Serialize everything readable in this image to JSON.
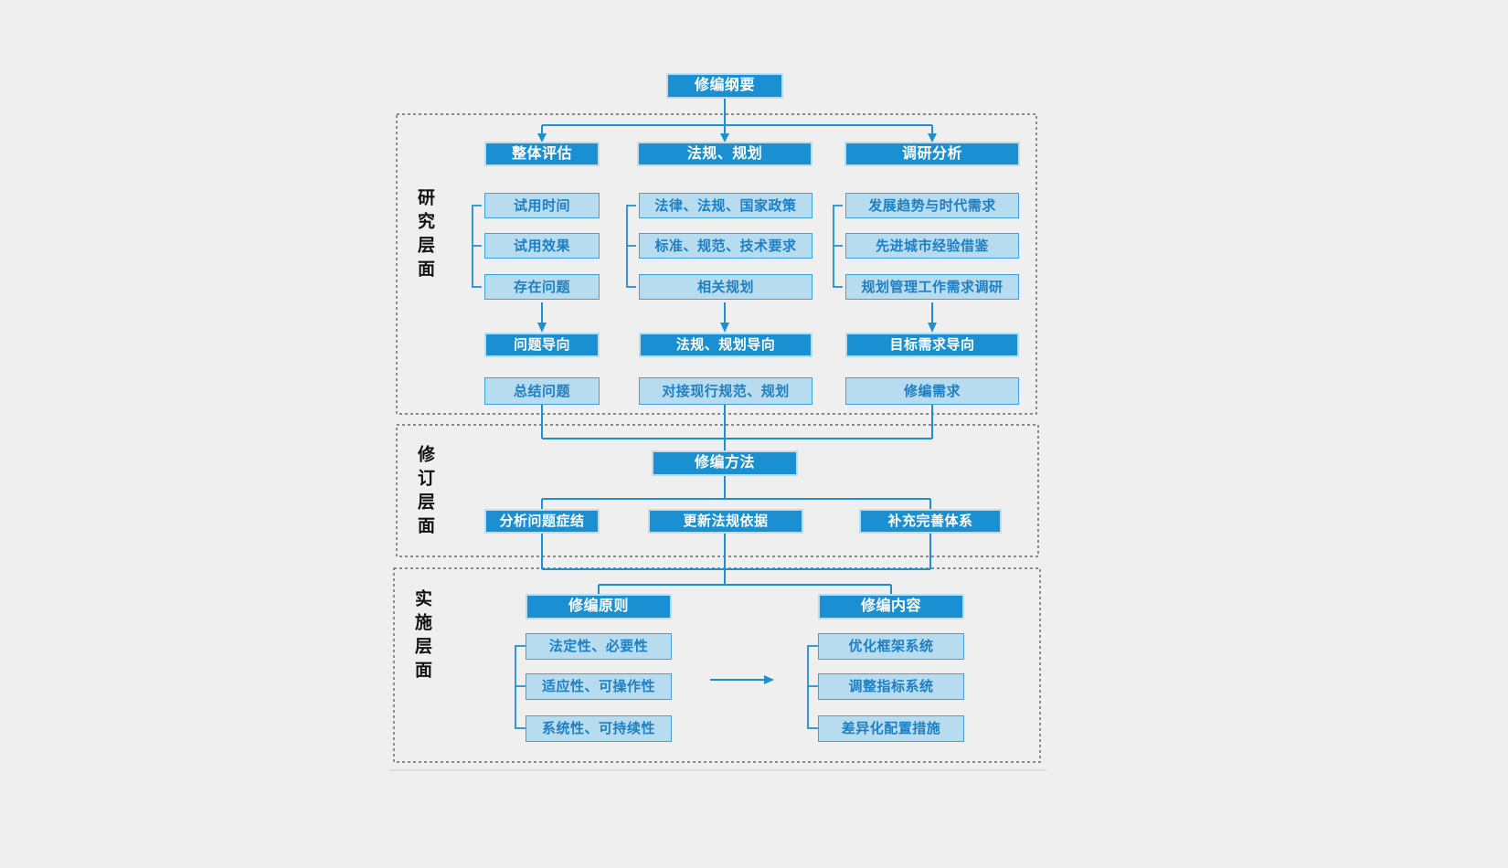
{
  "diagram": {
    "title": "修编纲要",
    "background_color": "#efefef",
    "accent_dark": "#1a8fd1",
    "accent_light": "#b8dcef",
    "accent_text": "#1f7fc4",
    "panel_border": "#4d4d4d"
  },
  "root": {
    "label": "修编纲要"
  },
  "layers": [
    {
      "name": "研究层面",
      "columns": [
        {
          "head": "整体评估",
          "items": [
            "试用时间",
            "试用效果",
            "存在问题"
          ],
          "result": "问题导向",
          "outcome": "总结问题"
        },
        {
          "head": "法规、规划",
          "items": [
            "法律、法规、国家政策",
            "标准、规范、技术要求",
            "相关规划"
          ],
          "result": "法规、规划导向",
          "outcome": "对接现行规范、规划"
        },
        {
          "head": "调研分析",
          "items": [
            "发展趋势与时代需求",
            "先进城市经验借鉴",
            "规划管理工作需求调研"
          ],
          "result": "目标需求导向",
          "outcome": "修编需求"
        }
      ]
    },
    {
      "name": "修订层面",
      "head": "修编方法",
      "items": [
        "分析问题症结",
        "更新法规依据",
        "补充完善体系"
      ]
    },
    {
      "name": "实施层面",
      "groups": [
        {
          "head": "修编原则",
          "items": [
            "法定性、必要性",
            "适应性、可操作性",
            "系统性、可持续性"
          ]
        },
        {
          "head": "修编内容",
          "items": [
            "优化框架系统",
            "调整指标系统",
            "差异化配置措施"
          ]
        }
      ]
    }
  ]
}
